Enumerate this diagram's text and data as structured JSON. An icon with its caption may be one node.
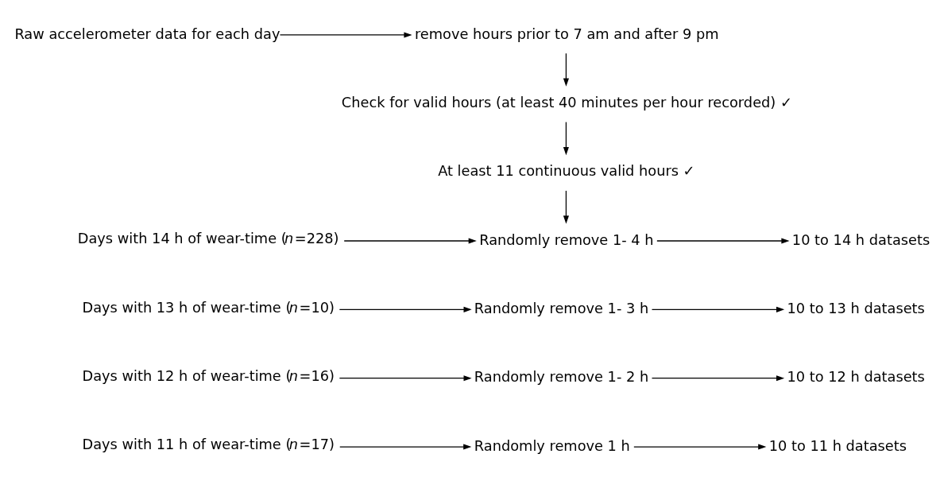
{
  "diagram": {
    "nodes": [
      {
        "text": [
          "Raw accelerometer data for each day"
        ]
      },
      {
        "text": [
          "remove hours prior to 7 am and after 9 pm"
        ]
      },
      {
        "text": [
          "Check for valid hours (at least 40 minutes per hour recorded) ✓"
        ]
      },
      {
        "text": [
          "At least 11 continuous valid hours ✓"
        ]
      },
      {
        "text": [
          "Days with 14 h of wear-time (*n*=228)"
        ]
      },
      {
        "text": [
          "Randomly remove 1- 4 h"
        ]
      },
      {
        "text": [
          "10 to 14 h datasets"
        ]
      },
      {
        "text": [
          "Days with 13 h of wear-time (*n*=10)"
        ]
      },
      {
        "text": [
          "Randomly remove 1- 3 h"
        ]
      },
      {
        "text": [
          "10 to 13 h datasets"
        ]
      },
      {
        "text": [
          "Days with 12 h of wear-time (*n*=16)"
        ]
      },
      {
        "text": [
          "Randomly remove 1- 2 h"
        ]
      },
      {
        "text": [
          "10 to 12 h datasets"
        ]
      },
      {
        "text": [
          "Days with 11 h of wear-time (*n*=17)"
        ]
      },
      {
        "text": [
          "Randomly remove 1 h"
        ]
      },
      {
        "text": [
          "10 to 11 h datasets"
        ]
      }
    ],
    "edges": [
      {
        "from": 0,
        "to": 1,
        "arrow": "to"
      },
      {
        "from": 1,
        "to": 2,
        "arrow": "to"
      },
      {
        "from": 2,
        "to": 3,
        "arrow": "to"
      },
      {
        "from": 3,
        "to": 5,
        "arrow": "to"
      },
      {
        "from": 4,
        "to": 5,
        "arrow": "to"
      },
      {
        "from": 5,
        "to": 6,
        "arrow": "to"
      },
      {
        "from": 7,
        "to": 8,
        "arrow": "to"
      },
      {
        "from": 8,
        "to": 9,
        "arrow": "to"
      },
      {
        "from": 10,
        "to": 11,
        "arrow": "to"
      },
      {
        "from": 11,
        "to": 12,
        "arrow": "to"
      },
      {
        "from": 13,
        "to": 14,
        "arrow": "to"
      },
      {
        "from": 14,
        "to": 15,
        "arrow": "to"
      }
    ]
  }
}
